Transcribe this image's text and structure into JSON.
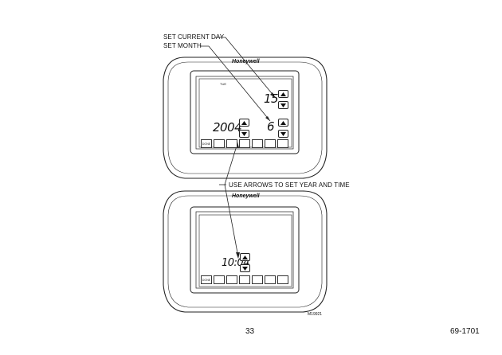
{
  "callouts": {
    "set_day": "SET CURRENT DAY",
    "set_month": "SET MONTH",
    "use_arrows": "USE ARROWS TO SET YEAR AND TIME"
  },
  "thermostat_top": {
    "brand": "Honeywell",
    "indicator": "TUE",
    "day_value": "15",
    "month_value": "6",
    "year_value": "2004",
    "done_label": "DONE"
  },
  "thermostat_bottom": {
    "brand": "Honeywell",
    "time_value": "10:04",
    "done_label": "DONE"
  },
  "figure_id": "M19921",
  "footer": {
    "page_number": "33",
    "doc_number": "69-1701"
  },
  "icons": {
    "up": "triangle-up",
    "down": "triangle-down"
  }
}
